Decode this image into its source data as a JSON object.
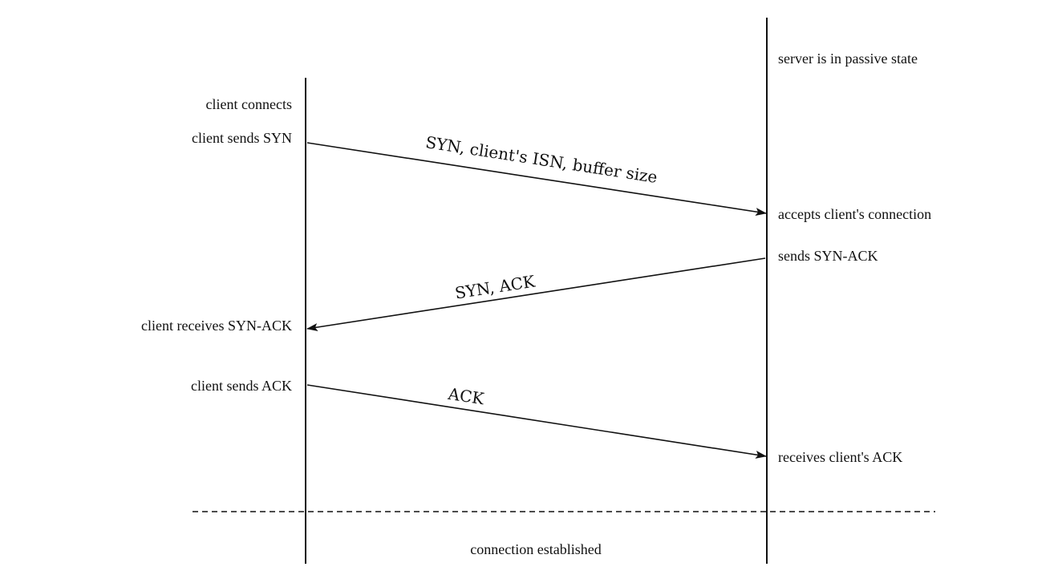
{
  "client": {
    "connects": "client connects",
    "sends_syn": "client sends SYN",
    "receives_syn_ack": "client receives SYN-ACK",
    "sends_ack": "client sends ACK"
  },
  "server": {
    "passive_state": "server is in passive state",
    "accepts": "accepts client's connection",
    "sends_syn_ack": "sends SYN-ACK",
    "receives_ack": "receives client's ACK"
  },
  "messages": {
    "syn": "SYN, client's ISN, buffer size",
    "syn_ack": "SYN, ACK",
    "ack": "ACK"
  },
  "footer": {
    "established": "connection established"
  }
}
